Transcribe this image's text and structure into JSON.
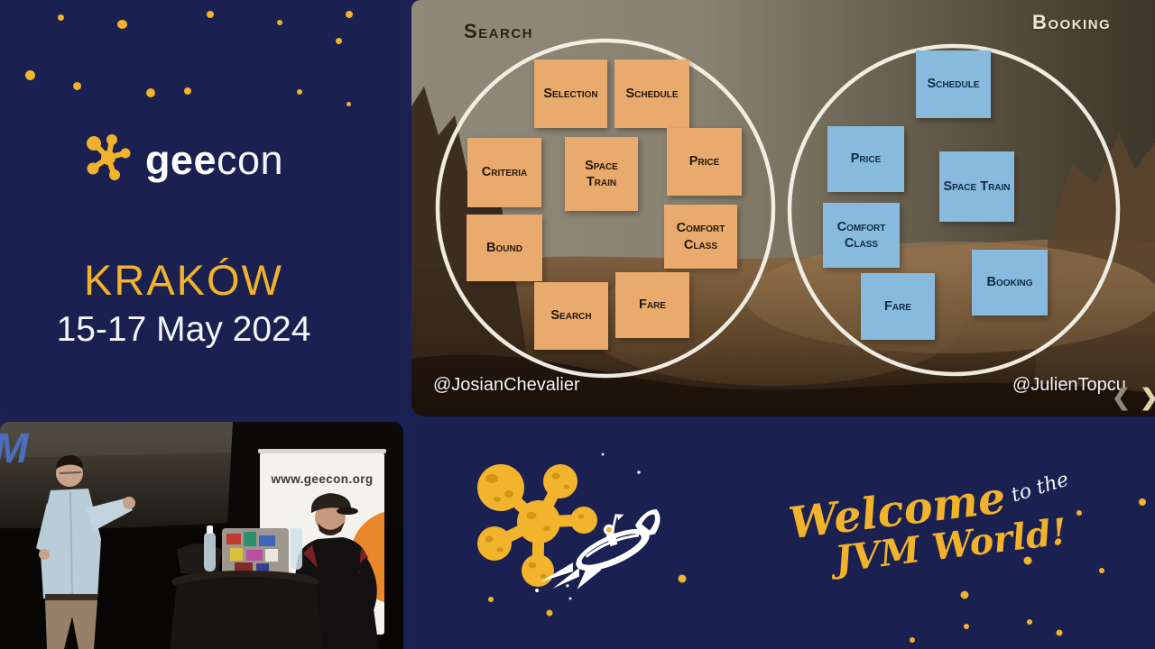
{
  "brand": {
    "name_bold": "gee",
    "name_light": "con"
  },
  "intro": {
    "city": "KRAKÓW",
    "dates": "15-17 May 2024"
  },
  "slide": {
    "search_label": "Search",
    "booking_label": "Booking",
    "search_notes": [
      "Selection",
      "Schedule",
      "Criteria",
      "Space Train",
      "Price",
      "Bound",
      "Comfort Class",
      "Search",
      "Fare"
    ],
    "booking_notes": [
      "Schedule",
      "Price",
      "Space Train",
      "Comfort Class",
      "Fare",
      "Booking"
    ],
    "attribution_left": "@JosianChevalier",
    "attribution_right": "@JulienTopcu",
    "nav_prev": "❮",
    "nav_next": "❯"
  },
  "video": {
    "banner_text": "www.geecon.org",
    "screen_text": "M"
  },
  "welcome": {
    "line1_main": "Welcome",
    "line1_small": "to the",
    "line2": "JVM World!"
  },
  "colors": {
    "background_navy": "#1b2152",
    "accent_yellow": "#f2b32c",
    "sticky_orange": "#e9aa6d",
    "sticky_blue": "#88bade",
    "circle_stroke": "#f7f3e9",
    "banner_orange": "#e8882b"
  }
}
